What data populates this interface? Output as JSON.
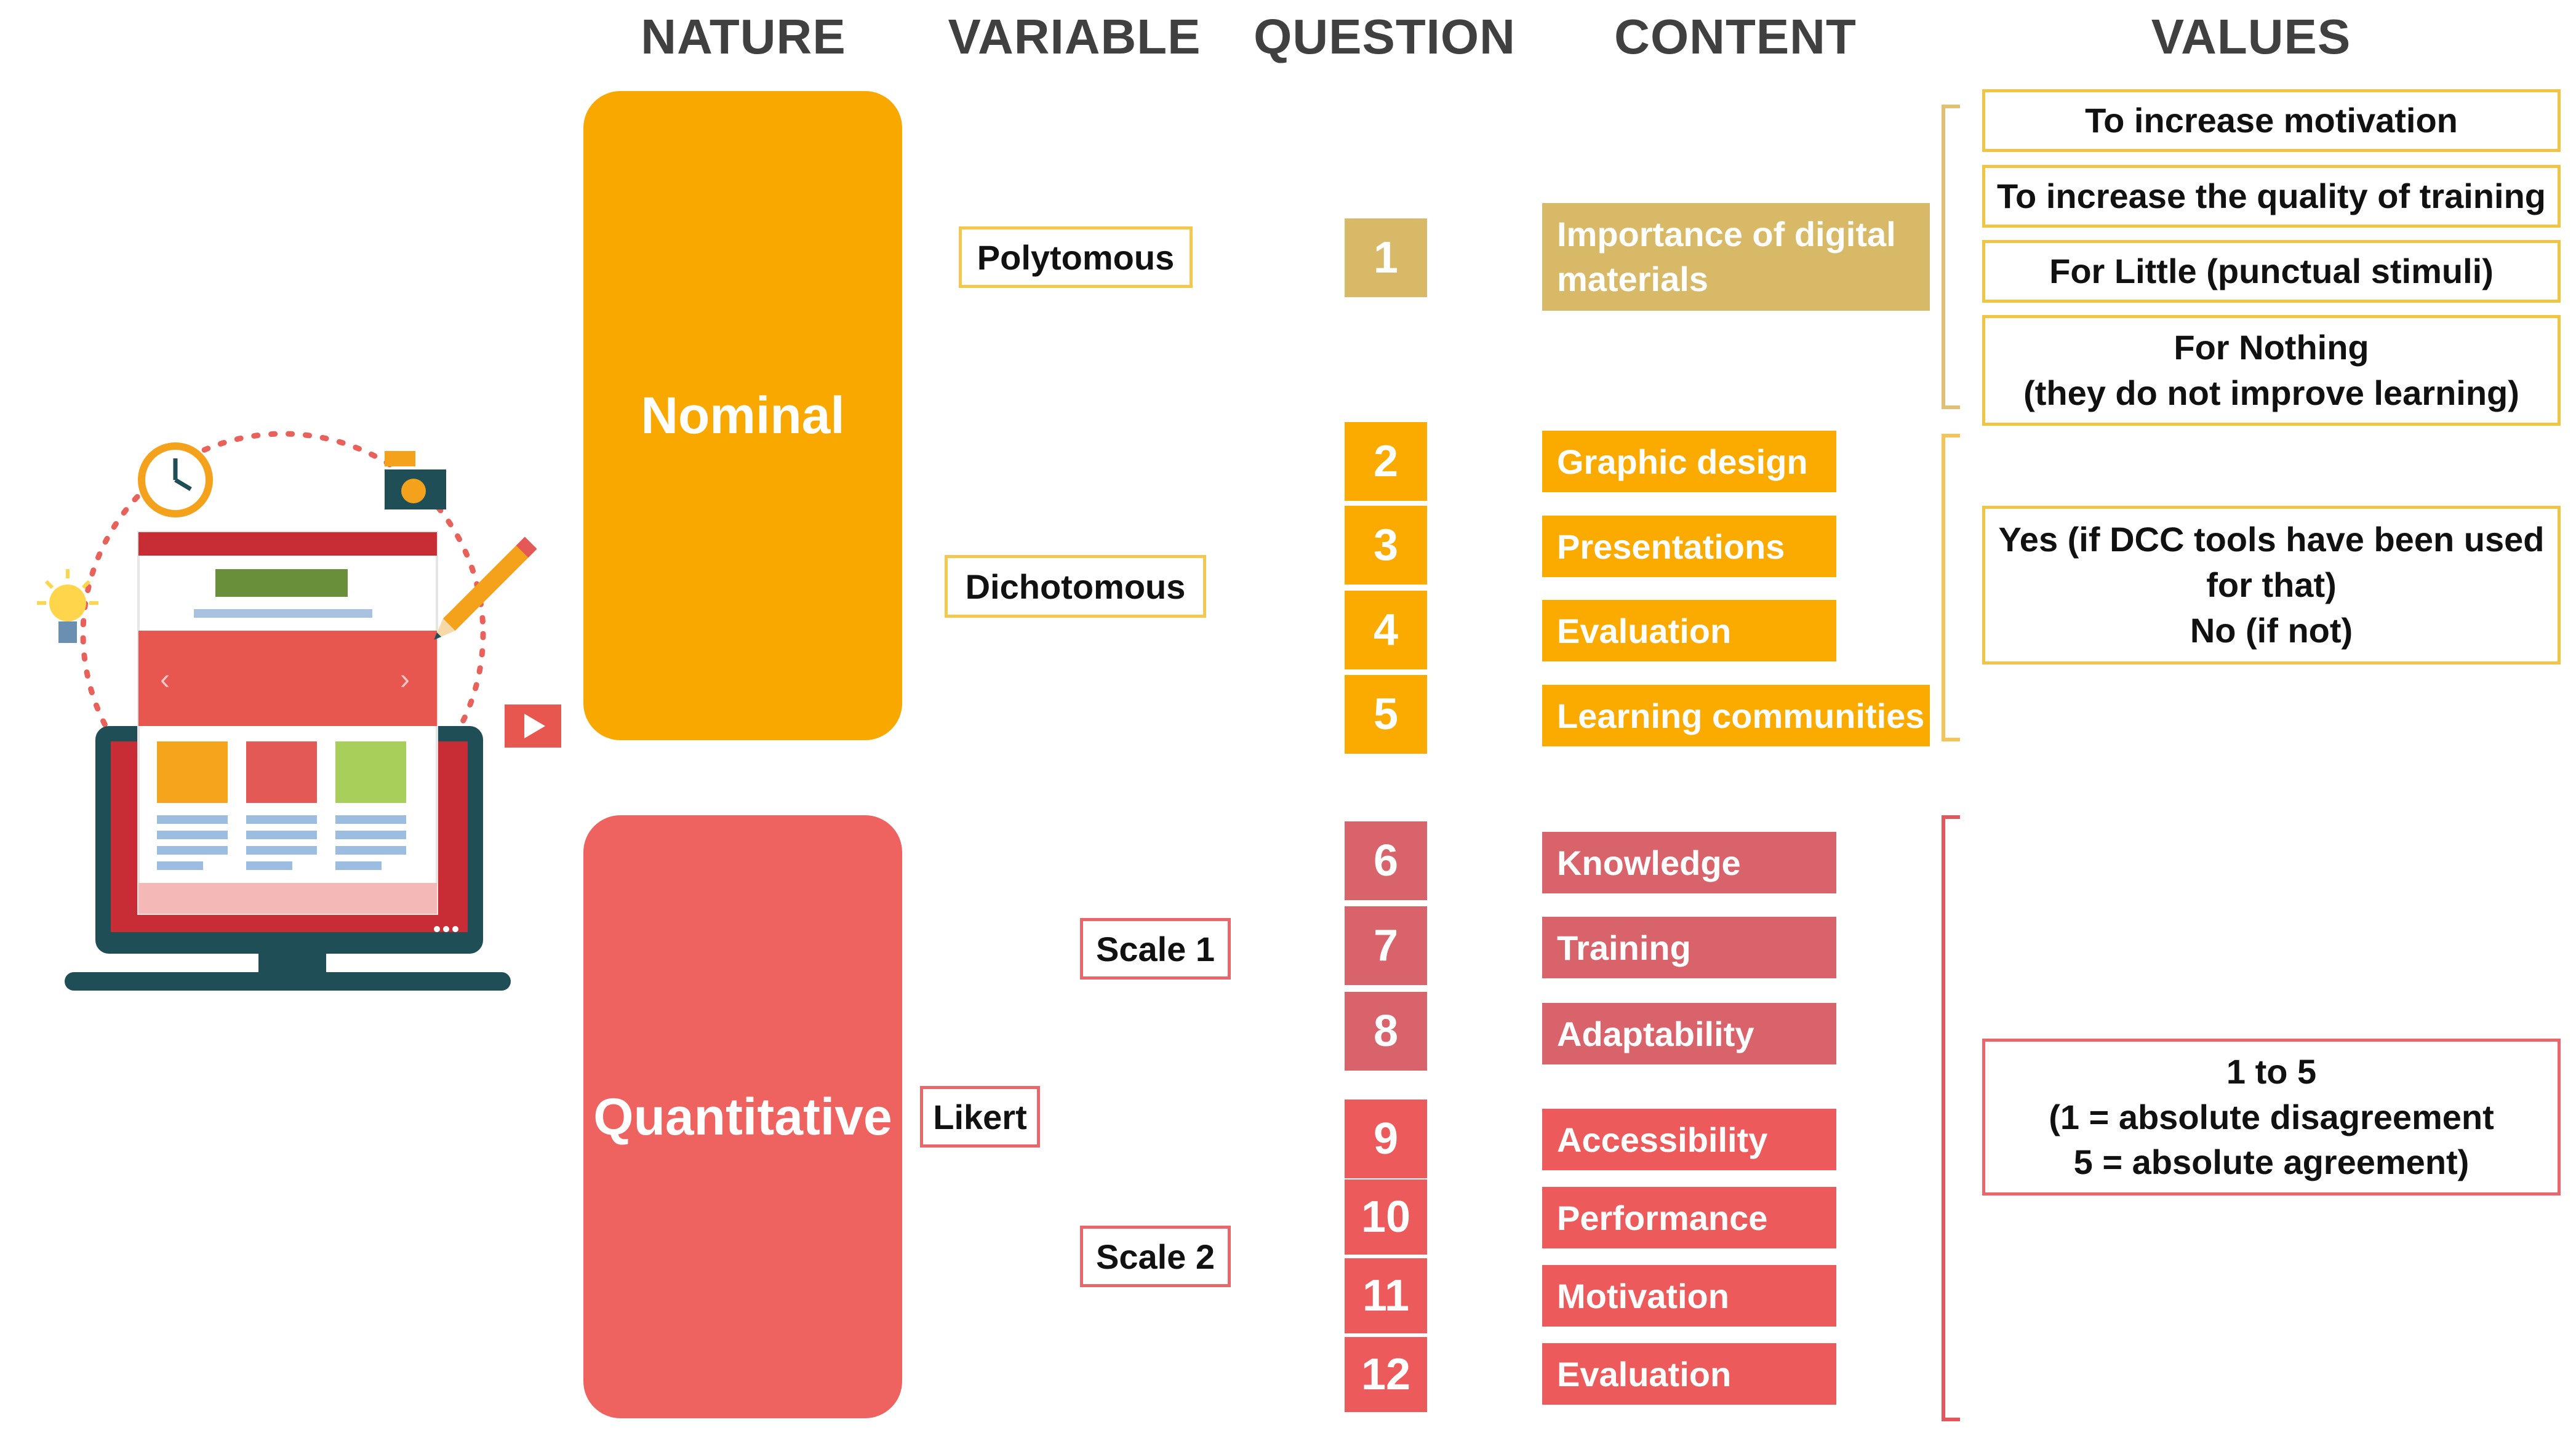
{
  "headers": {
    "nature": "NATURE",
    "variable": "VARIABLE",
    "question": "QUESTION",
    "content": "CONTENT",
    "values": "VALUES"
  },
  "nature": {
    "nominal": "Nominal",
    "quantitative": "Quantitative"
  },
  "variables": {
    "polytomous": "Polytomous",
    "dichotomous": "Dichotomous",
    "likert": "Likert",
    "scale1": "Scale 1",
    "scale2": "Scale 2"
  },
  "questions": [
    {
      "number": "1",
      "content_line1": "Importance of digital",
      "content_line2": "materials"
    },
    {
      "number": "2",
      "content": "Graphic design"
    },
    {
      "number": "3",
      "content": "Presentations"
    },
    {
      "number": "4",
      "content": "Evaluation"
    },
    {
      "number": "5",
      "content": "Learning communities"
    },
    {
      "number": "6",
      "content": "Knowledge"
    },
    {
      "number": "7",
      "content": "Training"
    },
    {
      "number": "8",
      "content": "Adaptability"
    },
    {
      "number": "9",
      "content": "Accessibility"
    },
    {
      "number": "10",
      "content": "Performance"
    },
    {
      "number": "11",
      "content": "Motivation"
    },
    {
      "number": "12",
      "content": "Evaluation"
    }
  ],
  "values": {
    "polytomous": [
      {
        "line1": "To increase motivation"
      },
      {
        "line1": "To increase the quality of training"
      },
      {
        "line1": "For Little (punctual stimuli)"
      },
      {
        "line1": "For Nothing",
        "line2": "(they do not improve learning)"
      }
    ],
    "dichotomous": {
      "line1": "Yes (if DCC tools have been used",
      "line2": "for that)",
      "line3": "No (if not)"
    },
    "likert": {
      "line1": "1 to 5",
      "line2": "(1 = absolute disagreement",
      "line3": "5 = absolute agreement)"
    }
  },
  "colors": {
    "nominal": "#f9a800",
    "quantitative": "#ee6360",
    "q1": "#d8b967",
    "dichotomous_q": "#fbaa00",
    "scale1_q": "#d9636b",
    "scale2_q": "#ed5a5c",
    "header_text": "#404040"
  },
  "illustration": {
    "icons": [
      "clock-icon",
      "camera-icon",
      "lightbulb-icon",
      "pencil-icon",
      "play-icon",
      "monitor-icon"
    ]
  }
}
